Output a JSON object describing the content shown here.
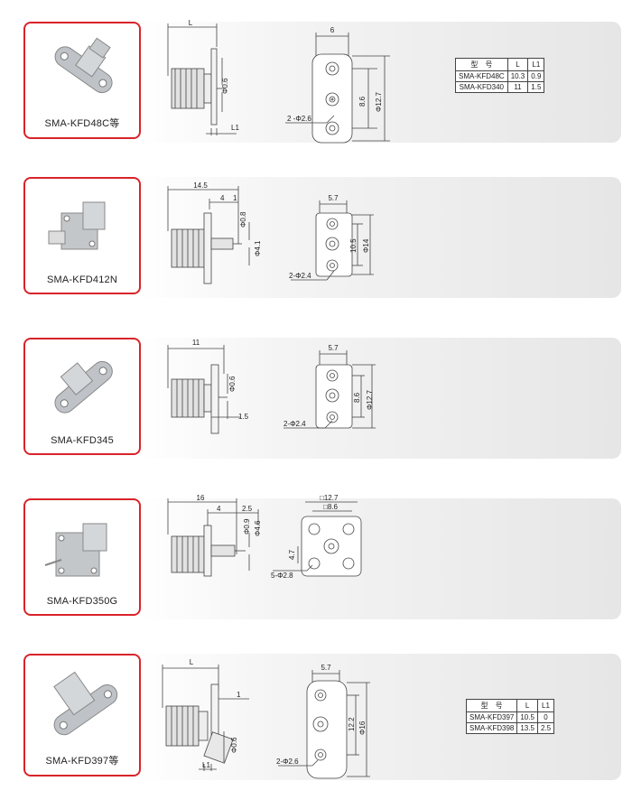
{
  "products": [
    {
      "model": "SMA-KFD48C等",
      "dims": {
        "L": "L",
        "pin": "Φ0.6",
        "L1": "L1",
        "width": "6",
        "inner": "8.6",
        "outer": "Φ12.7",
        "holes": "2 -Φ2.6"
      },
      "table": {
        "headers": [
          "型　号",
          "L",
          "L1"
        ],
        "rows": [
          [
            "SMA-KFD48C",
            "10.3",
            "0.9"
          ],
          [
            "SMA-KFD340",
            "11",
            "1.5"
          ]
        ]
      }
    },
    {
      "model": "SMA-KFD412N",
      "dims": {
        "L": "14.5",
        "a": "4",
        "b": "1",
        "pin": "Φ0.8",
        "d2": "Φ4.1",
        "width": "5.7",
        "inner": "10.5",
        "outer": "Φ14",
        "holes": "2-Φ2.4"
      }
    },
    {
      "model": "SMA-KFD345",
      "dims": {
        "L": "11",
        "pin": "Φ0.6",
        "L1": "1.5",
        "width": "5.7",
        "inner": "8.6",
        "outer": "Φ12.7",
        "holes": "2-Φ2.4"
      }
    },
    {
      "model": "SMA-KFD350G",
      "dims": {
        "L": "16",
        "a": "4",
        "b": "2.5",
        "pin": "Φ0.9",
        "d2": "Φ4.6",
        "sq1": "□12.7",
        "sq2": "□8.6",
        "side": "4.7",
        "holes": "5-Φ2.8"
      }
    },
    {
      "model": "SMA-KFD397等",
      "dims": {
        "L": "L",
        "gap": "1",
        "pin": "Φ0.6",
        "L1": "L1",
        "width": "5.7",
        "inner": "12.2",
        "outer": "Φ16",
        "holes": "2-Φ2.6"
      },
      "table": {
        "headers": [
          "型　号",
          "L",
          "L1"
        ],
        "rows": [
          [
            "SMA-KFD397",
            "10.5",
            "0"
          ],
          [
            "SMA-KFD398",
            "13.5",
            "2.5"
          ]
        ]
      }
    }
  ]
}
